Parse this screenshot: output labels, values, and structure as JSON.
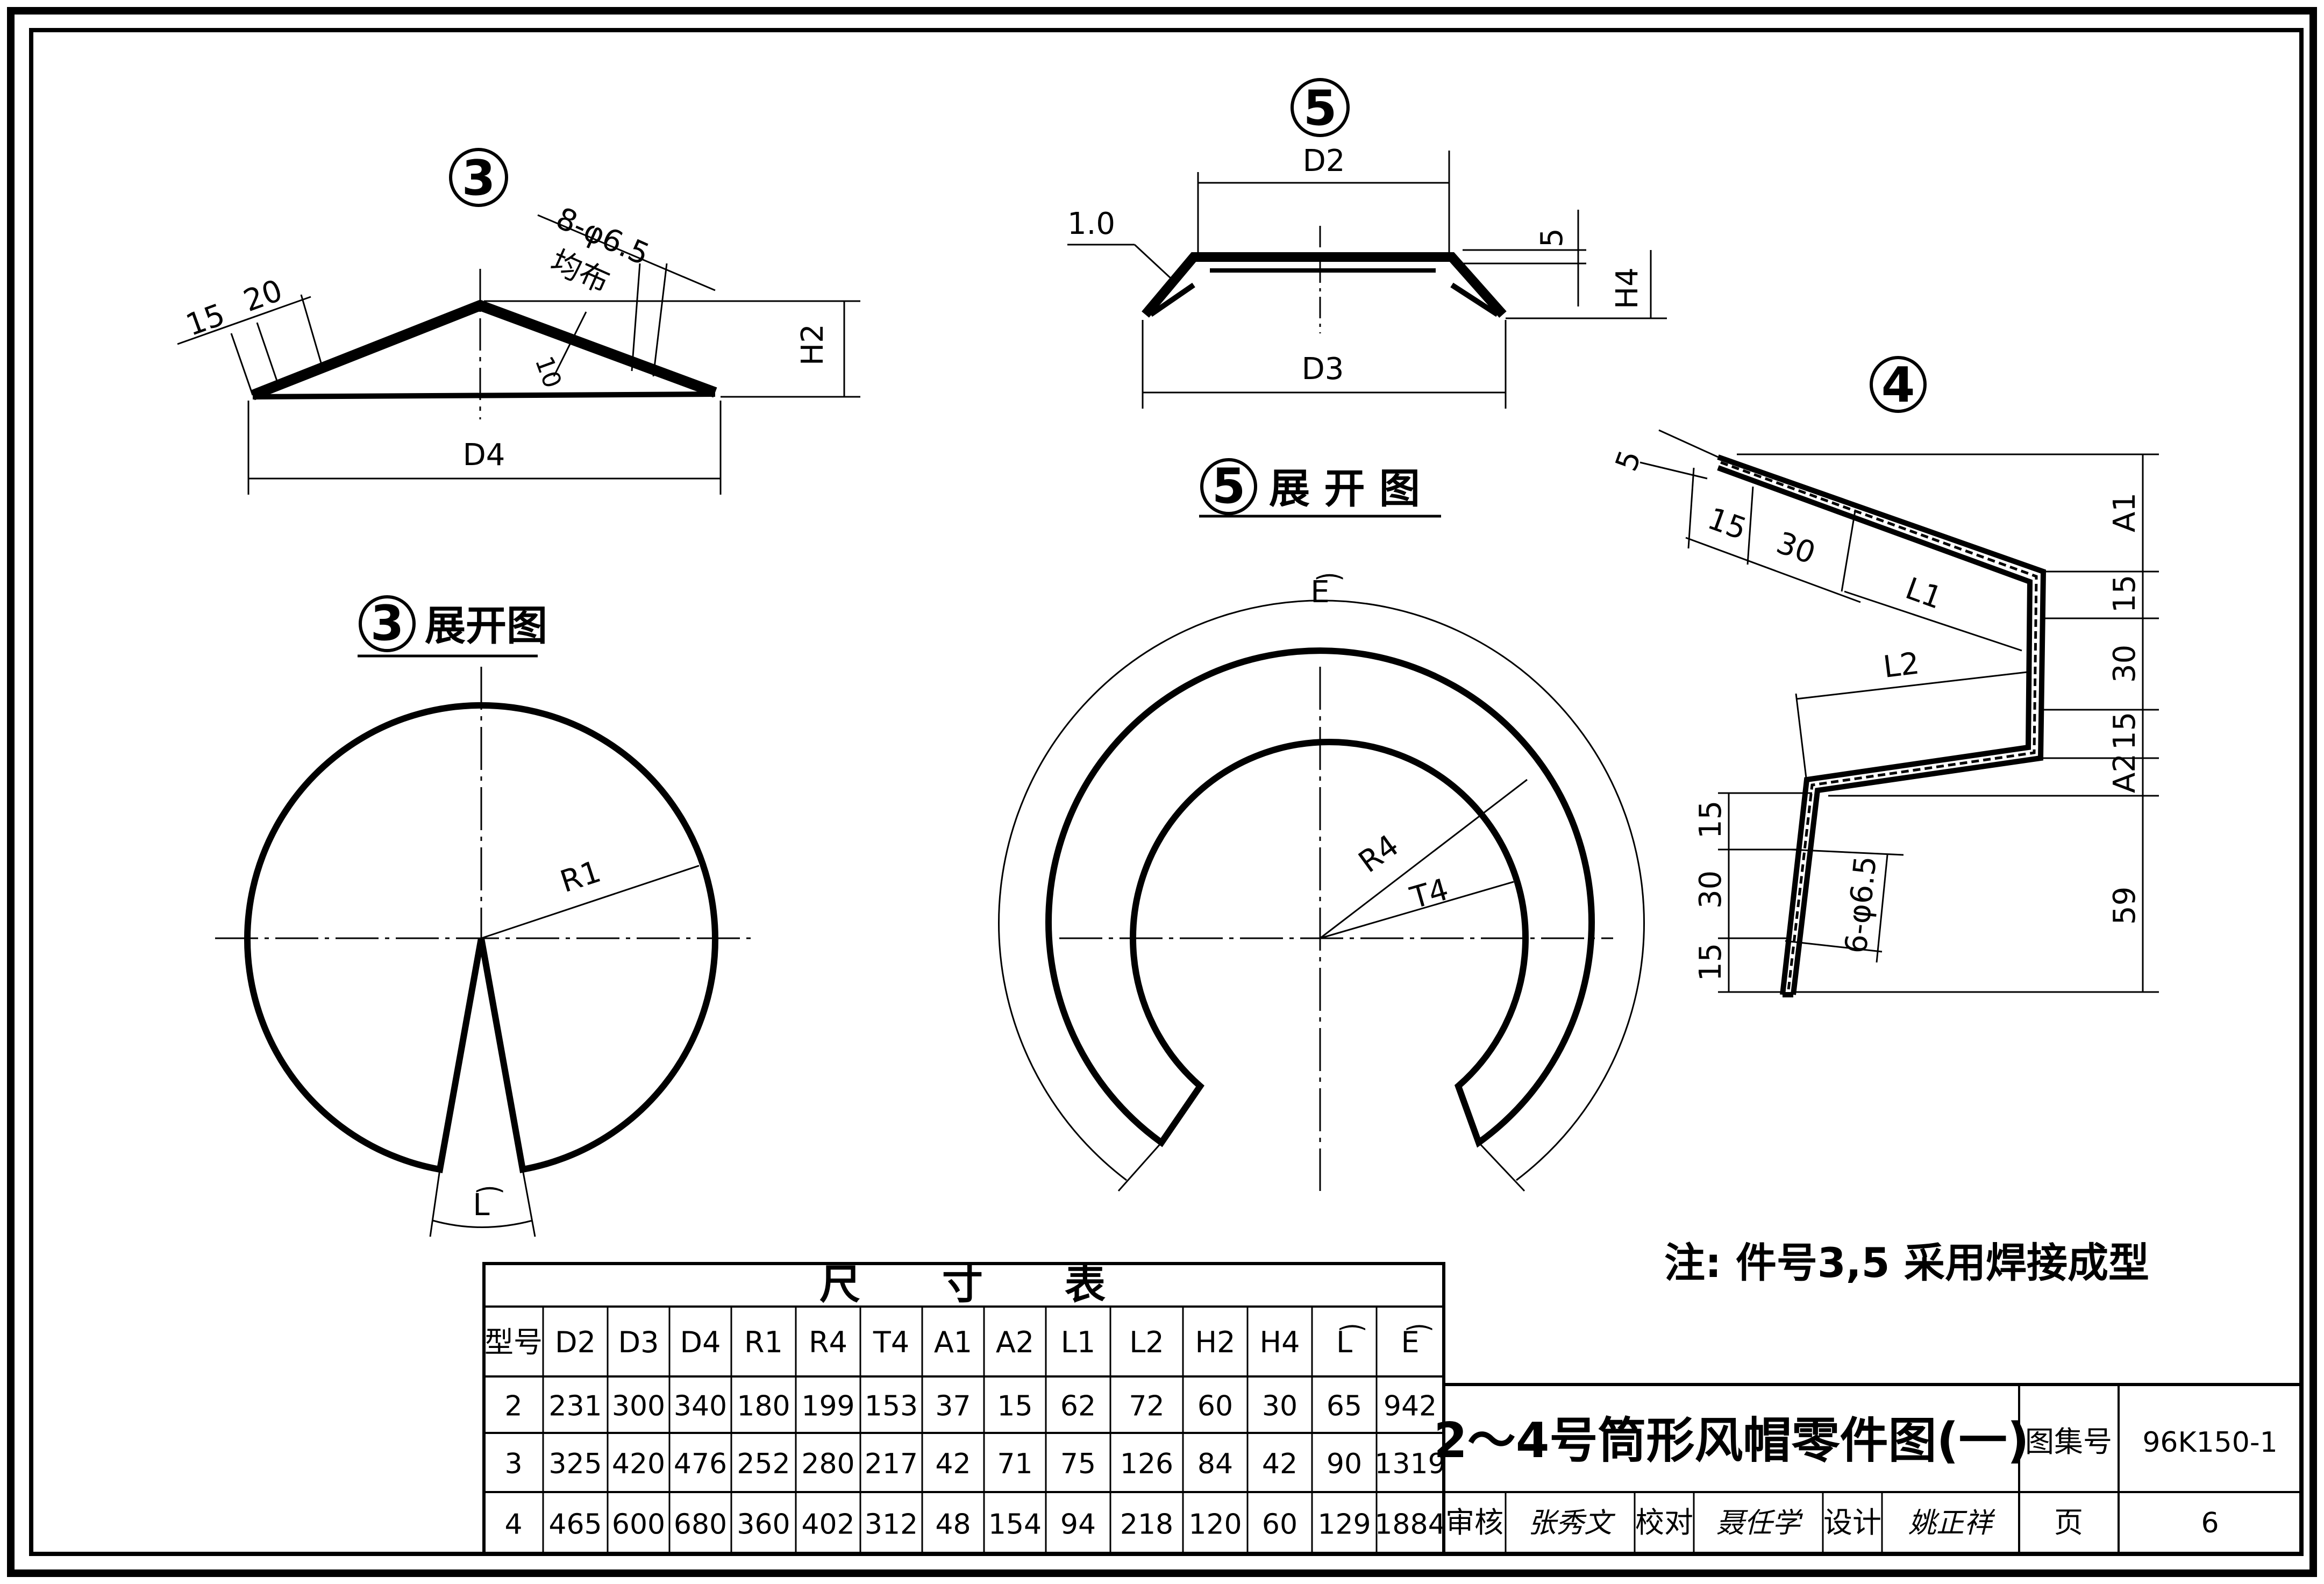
{
  "part3": {
    "number": "3",
    "dim_15": "15",
    "dim_20": "20",
    "holes": "8-φ6.5",
    "holes_note": "均布",
    "dim_10": "10",
    "dim_h2": "H2",
    "dim_d4": "D4"
  },
  "part3_dev": {
    "number": "3",
    "title": "展开图",
    "r1": "R1",
    "arc": "L͡"
  },
  "part5": {
    "number": "5",
    "dim_d2": "D2",
    "dim_thk": "1.0",
    "dim_5": "5",
    "dim_h4": "H4",
    "dim_d3": "D3"
  },
  "part5_dev": {
    "number": "5",
    "title": "展 开 图",
    "arc": "E͡",
    "r4": "R4",
    "t4": "T4"
  },
  "part4": {
    "number": "4",
    "dim_5": "5",
    "dim_15a": "15",
    "dim_30a": "30",
    "dim_l1": "L1",
    "dim_l2": "L2",
    "dim_a1": "A1",
    "dim_15b": "15",
    "dim_30b": "30",
    "dim_15c": "15",
    "dim_a2": "A2",
    "dim_59": "59",
    "dim_15d": "15",
    "dim_30c": "30",
    "dim_15e": "15",
    "holes": "6-φ6.5"
  },
  "note": "注: 件号3,5 采用焊接成型",
  "table": {
    "title": "尺　　寸　　表",
    "headers": [
      "型号",
      "D2",
      "D3",
      "D4",
      "R1",
      "R4",
      "T4",
      "A1",
      "A2",
      "L1",
      "L2",
      "H2",
      "H4",
      "L͡",
      "E͡"
    ],
    "rows": [
      [
        "2",
        "231",
        "300",
        "340",
        "180",
        "199",
        "153",
        "37",
        "15",
        "62",
        "72",
        "60",
        "30",
        "65",
        "942"
      ],
      [
        "3",
        "325",
        "420",
        "476",
        "252",
        "280",
        "217",
        "42",
        "71",
        "75",
        "126",
        "84",
        "42",
        "90",
        "1319"
      ],
      [
        "4",
        "465",
        "600",
        "680",
        "360",
        "402",
        "312",
        "48",
        "154",
        "94",
        "218",
        "120",
        "60",
        "129",
        "1884"
      ]
    ]
  },
  "title_block": {
    "drawing_title": "2～4号筒形风帽零件图(一)",
    "atlas_label": "图集号",
    "atlas_no": "96K150-1",
    "review_label": "审核",
    "review_sig": "张秀文",
    "check_label": "校对",
    "check_sig": "聂任学",
    "design_label": "设计",
    "design_sig": "姚正祥",
    "page_label": "页",
    "page_no": "6"
  },
  "colors": {
    "ink": "#000000",
    "paper": "#ffffff"
  }
}
